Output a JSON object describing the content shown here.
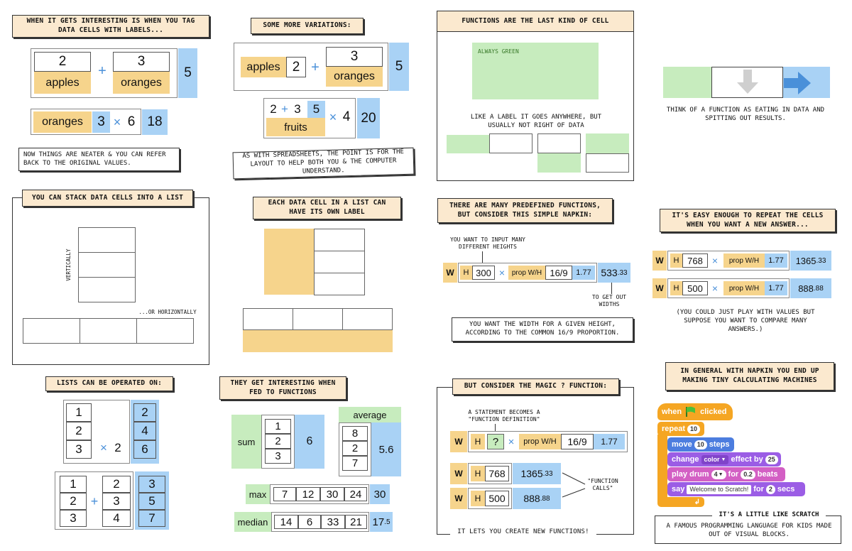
{
  "p1": {
    "caption": "WHEN IT GETS INTERESTING IS WHEN YOU TAG DATA CELLS WITH LABELS...",
    "apples_value": "2",
    "apples_label": "apples",
    "oranges_value": "3",
    "oranges_label": "oranges",
    "plus": "+",
    "sum": "5",
    "row2_label": "oranges",
    "row2_value": "3",
    "times": "×",
    "row2_factor": "6",
    "row2_result": "18",
    "note": "NOW THINGS ARE NEATER & YOU CAN REFER BACK TO THE ORIGINAL VALUES."
  },
  "p2": {
    "caption": "SOME MORE VARIATIONS:",
    "apples_label": "apples",
    "apples_value": "2",
    "plus": "+",
    "oranges_value": "3",
    "oranges_label": "oranges",
    "sum": "5",
    "inner_a": "2",
    "inner_plus": "+",
    "inner_b": "3",
    "inner_sum": "5",
    "fruits_label": "fruits",
    "times": "×",
    "factor": "4",
    "result": "20",
    "note": "AS WITH SPREADSHEETS, THE POINT IS FOR THE LAYOUT TO HELP BOTH YOU & THE COMPUTER UNDERSTAND."
  },
  "p3": {
    "caption": "FUNCTIONS ARE THE LAST KIND OF CELL",
    "green_text": "ALWAYS GREEN",
    "note": "LIKE A LABEL IT GOES ANYWHERE, BUT USUALLY NOT RIGHT OF DATA"
  },
  "p4": {
    "note": "THINK OF A FUNCTION AS EATING IN DATA AND SPITTING OUT RESULTS."
  },
  "p5": {
    "caption": "YOU CAN STACK DATA CELLS INTO A LIST",
    "vertical": "VERTICALLY",
    "horizontal": "...OR HORIZONTALLY"
  },
  "p6": {
    "caption": "EACH DATA CELL IN A LIST CAN HAVE ITS OWN LABEL"
  },
  "p7": {
    "caption": "THERE ARE MANY PREDEFINED FUNCTIONS, BUT CONSIDER THIS SIMPLE NAPKIN:",
    "note_input": "YOU WANT TO INPUT MANY DIFFERENT HEIGHTS",
    "w": "W",
    "h": "H",
    "h_value": "300",
    "times": "×",
    "prop": "prop W/H",
    "ratio": "16/9",
    "ratio_value": "1.77",
    "result_main": "533",
    "result_dec": ".33",
    "note_out": "TO GET OUT WIDTHS",
    "note": "YOU WANT THE WIDTH FOR A GIVEN HEIGHT, ACCORDING TO THE COMMON 16/9 PROPORTION."
  },
  "p8": {
    "caption": "IT'S EASY ENOUGH TO REPEAT THE CELLS WHEN YOU WANT A NEW ANSWER...",
    "w": "W",
    "h": "H",
    "times": "×",
    "prop": "prop W/H",
    "ratio_value": "1.77",
    "r1_h": "768",
    "r1_main": "1365",
    "r1_dec": ".33",
    "r2_h": "500",
    "r2_main": "888",
    "r2_dec": ".88",
    "note": "(YOU COULD JUST PLAY WITH VALUES BUT SUPPOSE YOU WANT TO COMPARE MANY ANSWERS.)"
  },
  "p9": {
    "caption": "LISTS CAN BE OPERATED ON:",
    "a": [
      "1",
      "2",
      "3"
    ],
    "times": "×",
    "factor": "2",
    "r": [
      "2",
      "4",
      "6"
    ],
    "b1": [
      "1",
      "2",
      "3"
    ],
    "plus": "+",
    "b2": [
      "2",
      "3",
      "4"
    ],
    "r2": [
      "3",
      "5",
      "7"
    ]
  },
  "p10": {
    "caption": "THEY GET INTERESTING WHEN FED TO FUNCTIONS",
    "sum": "sum",
    "sum_list": [
      "1",
      "2",
      "3"
    ],
    "sum_result": "6",
    "average": "average",
    "avg_list": [
      "8",
      "2",
      "7"
    ],
    "avg_result": "5.6",
    "max": "max",
    "max_list": [
      "7",
      "12",
      "30",
      "24"
    ],
    "max_result": "30",
    "median": "median",
    "median_list": [
      "14",
      "6",
      "33",
      "21"
    ],
    "median_main": "17",
    "median_dec": ".5"
  },
  "p11": {
    "caption": "BUT CONSIDER THE MAGIC ? FUNCTION:",
    "note_def": "A STATEMENT BECOMES A \"FUNCTION DEFINITION\"",
    "w": "W",
    "h": "H",
    "q": "?",
    "times": "×",
    "prop": "prop W/H",
    "ratio": "16/9",
    "ratio_value": "1.77",
    "c1_h": "768",
    "c1_main": "1365",
    "c1_dec": ".33",
    "c2_h": "500",
    "c2_main": "888",
    "c2_dec": ".88",
    "note_calls": "\"FUNCTION CALLS\"",
    "note": "IT LETS YOU CREATE NEW FUNCTIONS!"
  },
  "p12": {
    "caption": "IN GENERAL WITH NAPKIN YOU END UP MAKING TINY CALCULATING MACHINES",
    "when": "when",
    "clicked": "clicked",
    "repeat": "repeat",
    "repeat_n": "10",
    "move": "move",
    "move_n": "10",
    "steps": "steps",
    "change": "change",
    "color": "color",
    "effect_by": "effect by",
    "effect_n": "25",
    "play_drum": "play drum",
    "drum_n": "4",
    "for": "for",
    "beats_n": "0.2",
    "beats": "beats",
    "say": "say",
    "say_text": "Welcome to Scratch!",
    "secs_n": "2",
    "secs": "secs",
    "scratch_title": "IT'S A LITTLE LIKE SCRATCH",
    "scratch_desc": "A FAMOUS PROGRAMMING LANGUAGE FOR KIDS MADE OUT OF VISUAL BLOCKS."
  },
  "colors": {
    "blue": "#a9d2f5",
    "tan": "#f6d48c",
    "green": "#c7ecbe",
    "caption": "#fbe9cf",
    "scratch_orange": "#f5a623",
    "scratch_blue": "#4c7ddf",
    "scratch_purple": "#9b5de5",
    "scratch_pink": "#d35fc4"
  }
}
